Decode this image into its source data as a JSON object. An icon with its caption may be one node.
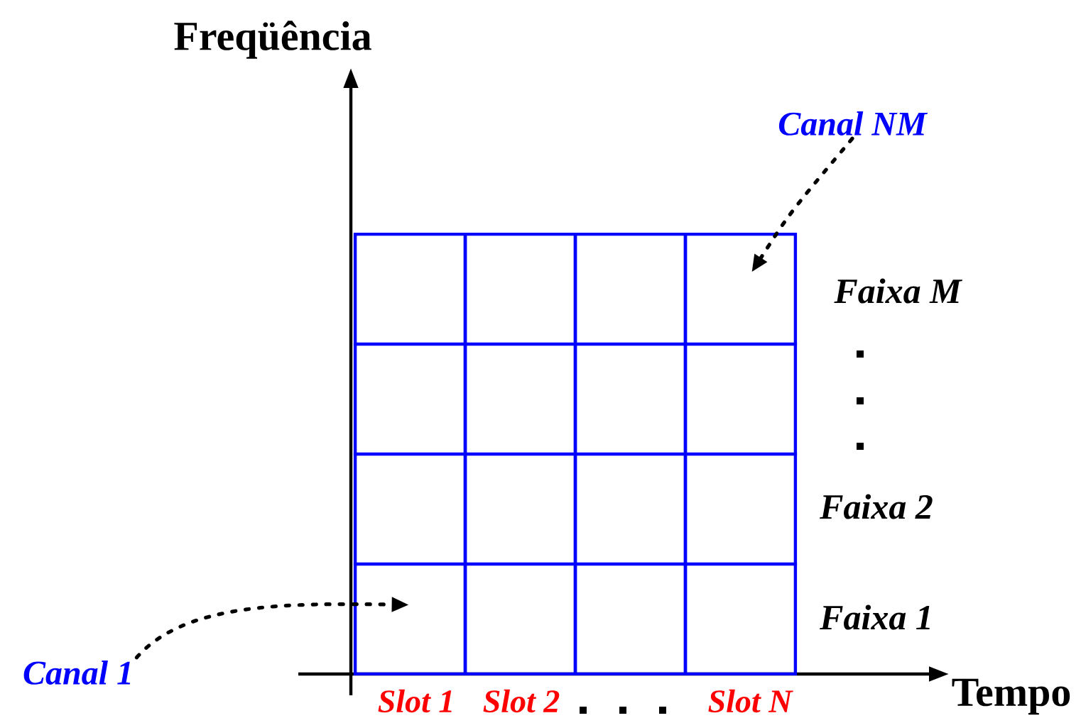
{
  "diagram": {
    "nodes": [
      {
        "text": [],
        "shape": "box"
      },
      {
        "text": [],
        "shape": "box"
      },
      {
        "text": [],
        "shape": "box"
      },
      {
        "text": [],
        "shape": "box"
      },
      {
        "text": [],
        "shape": "box"
      },
      {
        "text": [],
        "shape": "box"
      },
      {
        "text": [],
        "shape": "box"
      },
      {
        "text": [],
        "shape": "box"
      },
      {
        "text": [],
        "shape": "box"
      },
      {
        "text": [],
        "shape": "box"
      },
      {
        "text": [],
        "shape": "box"
      },
      {
        "text": [],
        "shape": "box"
      },
      {
        "text": [],
        "shape": "box"
      },
      {
        "text": [],
        "shape": "box"
      },
      {
        "text": [],
        "shape": "box"
      },
      {
        "text": [],
        "shape": "box"
      },
      {
        "text": [
          "Canal  NM"
        ]
      },
      {
        "text": [
          "Canal 1"
        ]
      }
    ],
    "edges": [
      {
        "from": 16,
        "to": 3,
        "arrow": "to",
        "style": "dashed"
      },
      {
        "from": 17,
        "to": 12,
        "arrow": "to",
        "style": "dashed"
      }
    ],
    "labels": [
      "Freqüência",
      "Faixa M",
      "Faixa 2",
      "Faixa 1",
      "Slot 1",
      "Slot 2",
      "Slot N",
      "Tempo"
    ]
  }
}
